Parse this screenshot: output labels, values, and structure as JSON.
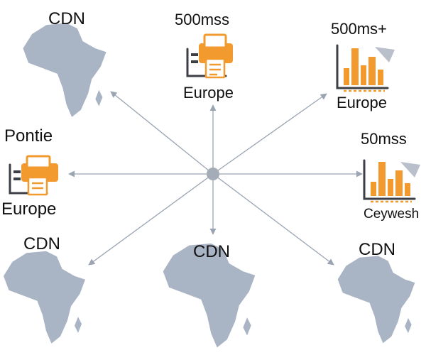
{
  "nodes": {
    "top_left": {
      "label": "CDN"
    },
    "top_center": {
      "label": "500mss",
      "sublabel": "Europe"
    },
    "top_right": {
      "label": "500ms+",
      "sublabel": "Europe"
    },
    "middle_left": {
      "label": "Pontie",
      "sublabel": "Europe"
    },
    "middle_right": {
      "label": "50mss",
      "sublabel": "Ceywesh"
    },
    "bottom_left": {
      "label": "CDN"
    },
    "bottom_center": {
      "label": "CDN"
    },
    "bottom_right": {
      "label": "CDN"
    }
  },
  "colors": {
    "map": "#a9b4c4",
    "accent": "#f29a2e",
    "line": "#9aa4b2",
    "hub": "#a4acb8",
    "icon_dark": "#3c3f45"
  },
  "icons": {
    "document": "document-printer-icon",
    "chart": "bar-chart-icon",
    "map": "africa-map-icon"
  }
}
